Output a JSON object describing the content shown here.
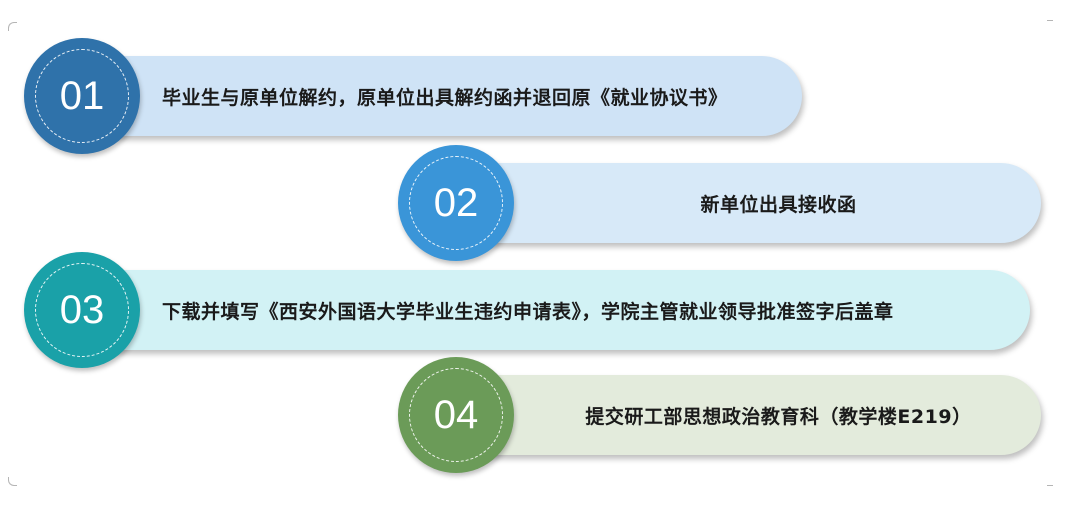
{
  "steps": [
    {
      "number": "01",
      "text": "毕业生与原单位解约，原单位出具解约函并退回原《就业协议书》",
      "circle_color": "#2f72aa",
      "bar_color": "#cfe3f6"
    },
    {
      "number": "02",
      "text": "新单位出具接收函",
      "circle_color": "#3a95d8",
      "bar_color": "#d7e9f8"
    },
    {
      "number": "03",
      "text": "下载并填写《西安外国语大学毕业生违约申请表》，学院主管就业领导批准签字后盖章",
      "circle_color": "#1aa1a8",
      "bar_color": "#d2f2f5"
    },
    {
      "number": "04",
      "text": "提交研工部思想政治教育科（教学楼E219）",
      "circle_color": "#6b9b58",
      "bar_color": "#e3ebdc"
    }
  ]
}
